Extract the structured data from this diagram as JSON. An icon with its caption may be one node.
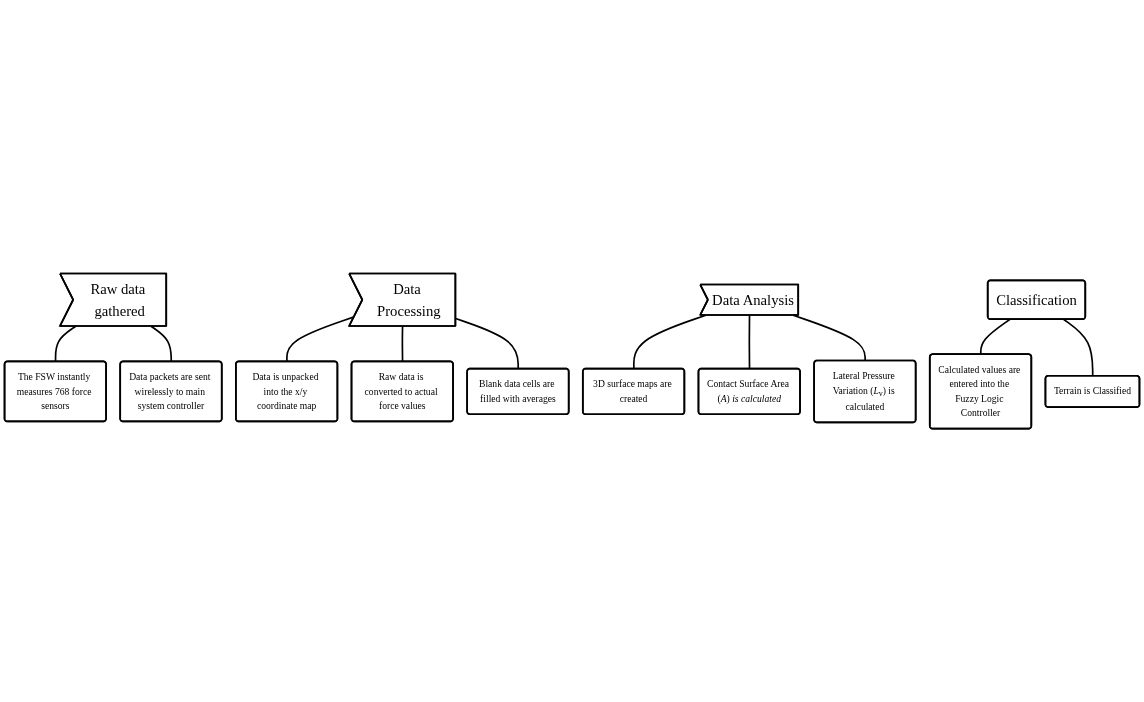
{
  "diagram": {
    "nodes": [
      {
        "text": [
          "Raw data gathered"
        ]
      },
      {
        "text": [
          "The FSW instantly measures 768 force sensors"
        ]
      },
      {
        "text": [
          "Data packets are sent wirelessly to main system controller"
        ]
      },
      {
        "text": [
          "Data Processing"
        ]
      },
      {
        "text": [
          "Data is unpacked into the x/y coordinate map"
        ]
      },
      {
        "text": [
          "Raw data is converted to actual force values"
        ]
      },
      {
        "text": [
          "Blank data cells are filled with averages"
        ]
      },
      {
        "text": [
          "Data Analysis"
        ]
      },
      {
        "text": [
          "3D surface maps are created"
        ]
      },
      {
        "text": [
          "Contact Surface Area (*A*) *is calculated*"
        ]
      },
      {
        "text": [
          "Lateral Pressure Variation (*L*$_{v}$) is calculated"
        ]
      },
      {
        "text": [
          "Classification"
        ]
      },
      {
        "text": [
          "Calculated values are entered into the Fuzzy Logic Controller"
        ]
      },
      {
        "text": [
          "Terrain is Classified"
        ]
      }
    ],
    "edges": [
      {
        "from": 0,
        "to": 1,
        "arrow": "none"
      },
      {
        "from": 0,
        "to": 2,
        "arrow": "none"
      },
      {
        "from": 3,
        "to": 4,
        "arrow": "none"
      },
      {
        "from": 3,
        "to": 5,
        "arrow": "none"
      },
      {
        "from": 3,
        "to": 6,
        "arrow": "none"
      },
      {
        "from": 7,
        "to": 8,
        "arrow": "none"
      },
      {
        "from": 7,
        "to": 9,
        "arrow": "none"
      },
      {
        "from": 7,
        "to": 10,
        "arrow": "none"
      },
      {
        "from": 11,
        "to": 12,
        "arrow": "none"
      },
      {
        "from": 11,
        "to": 13,
        "arrow": "none"
      }
    ]
  }
}
